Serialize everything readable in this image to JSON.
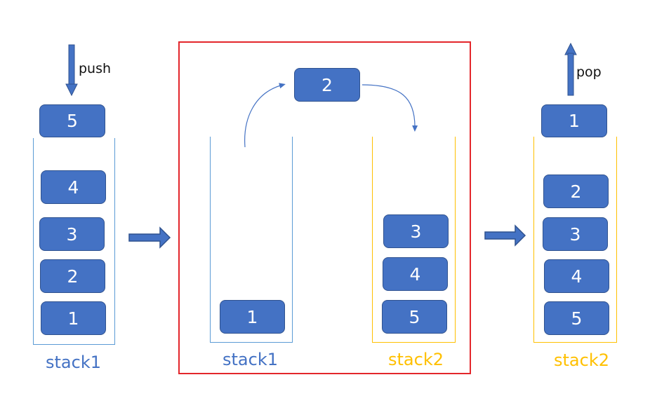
{
  "colors": {
    "box_fill": "#4472c4",
    "box_border": "#2f528f",
    "stack_blue": "#5b9bd5",
    "stack_yellow": "#ffc000",
    "label_blue": "#4472c4",
    "label_yellow": "#ffc000",
    "frame_red": "#e3262b"
  },
  "stage_push": {
    "action_label": "push",
    "incoming": "5",
    "stack_values": [
      "4",
      "3",
      "2",
      "1"
    ],
    "stack_label": "stack1"
  },
  "stage_transfer": {
    "moving": "2",
    "stack1_values": [
      "1"
    ],
    "stack1_label": "stack1",
    "stack2_values": [
      "3",
      "4",
      "5"
    ],
    "stack2_label": "stack2"
  },
  "stage_pop": {
    "action_label": "pop",
    "outgoing": "1",
    "stack_values": [
      "2",
      "3",
      "4",
      "5"
    ],
    "stack_label": "stack2"
  }
}
